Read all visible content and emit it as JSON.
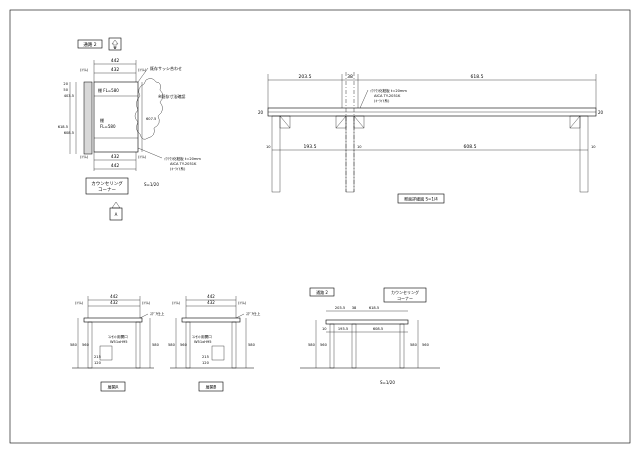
{
  "plan": {
    "tag_label": "通路 2",
    "arrow_letter": "B",
    "dims_top": [
      "442",
      "432"
    ],
    "dims_bottom": [
      "432",
      "442"
    ],
    "edge_marks": [
      "(ﾄﾘﾑ)",
      "(ﾄﾘﾑ)",
      "(ﾄﾘﾑ)",
      "(ﾄﾘﾑ)"
    ],
    "left_dims": [
      "20",
      "50",
      "403.5",
      "618.5",
      "608.5"
    ],
    "right_dim": "607.5",
    "shelf_upper": "棚 FL=580",
    "shelf_lower_1": "棚",
    "shelf_lower_2": "FL=580",
    "note_sash": "既存サッシ合わせ",
    "note_site": "※既存寸法確認",
    "note_top_1": "ｲﾜﾐｳﾗ化粧板 t=20mm",
    "note_top_2": "AICA TY-2051K",
    "note_top_3": "(ｷｰﾗｲﾄ系)",
    "title_1": "カウンセリング",
    "title_2": "コーナー",
    "scale": "S=1/20",
    "view_letter": "A"
  },
  "section": {
    "dims_top": [
      "203.5",
      "38",
      "618.5"
    ],
    "dims_mid": [
      "193.5",
      "608.5"
    ],
    "dim_edge_left": "20",
    "dim_edge_right": "20",
    "mark_left": "10",
    "mark_mid": "10",
    "mark_right": "10",
    "note_1": "ｲﾜﾐｳﾗ化粧板 t=20mm",
    "note_2": "AICA TY-2051K",
    "note_3": "(ｷｰﾗｲﾄ系)",
    "title": "断面詳細図 S=1/4"
  },
  "elev_a": {
    "dims": [
      "442",
      "432"
    ],
    "marks": [
      "(ﾄﾘﾑ)",
      "(ﾄﾘﾑ)"
    ],
    "note_top": "ｽｸﾞｱ仕上",
    "note_1": "ｺﾝｾﾝﾄ用開口",
    "note_2": "W51xH95",
    "side_dims": [
      "580",
      "560",
      "580"
    ],
    "small_dims": [
      "215",
      "120"
    ],
    "title": "展開A"
  },
  "elev_b": {
    "dims": [
      "442",
      "432"
    ],
    "marks": [
      "(ﾄﾘﾑ)",
      "(ﾄﾘﾑ)"
    ],
    "note_top": "ｽｸﾞｱ仕上",
    "note_1": "ｺﾝｾﾝﾄ用開口",
    "note_2": "W51xH95",
    "side_dims": [
      "580",
      "560",
      "580"
    ],
    "small_dims": [
      "215",
      "120"
    ],
    "title": "展開B"
  },
  "elev_c": {
    "tag_label": "通路 2",
    "label_1": "カウンセリング",
    "label_2": "コーナー",
    "dims_top": [
      "203.5",
      "38",
      "618.5"
    ],
    "dims_mid": [
      "193.5",
      "608.5"
    ],
    "side_dims": [
      "580",
      "560",
      "580",
      "560"
    ],
    "mark": "10",
    "scale": "S=1/20"
  }
}
